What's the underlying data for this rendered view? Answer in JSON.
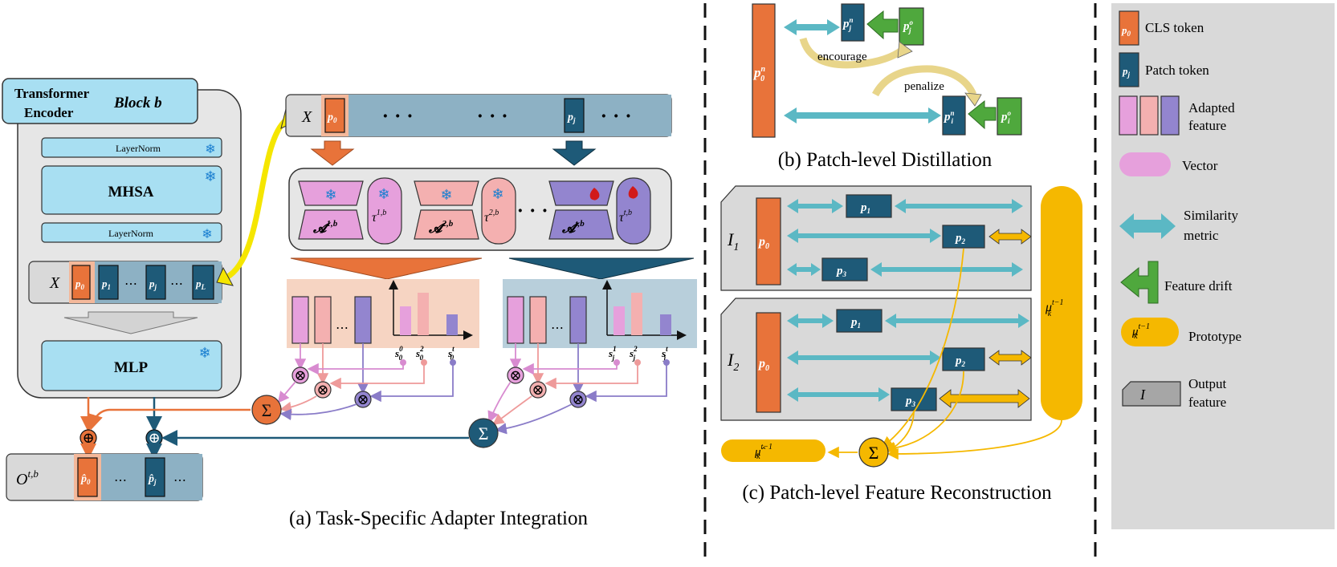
{
  "encoder": {
    "title_line1": "Transformer",
    "title_line2": "Encoder",
    "block_label": "Block b",
    "layernorm_top": "LayerNorm",
    "mhsa": "MHSA",
    "layernorm_bottom": "LayerNorm",
    "mlp": "MLP",
    "frozen_glyph": "❄",
    "x_label": "X",
    "tokens": [
      "p",
      "p",
      "p",
      "p"
    ],
    "token_subs": [
      "0",
      "1",
      "j",
      "L"
    ],
    "dots": "⋯",
    "output_label": "O",
    "output_sup": "t,b",
    "output_tokens": [
      "p̂",
      "p̂"
    ],
    "output_token_subs": [
      "0",
      "j"
    ]
  },
  "adapter": {
    "x_label": "X",
    "p0": "p",
    "p0_sub": "0",
    "pj": "p",
    "pj_sub": "j",
    "dots": "· · ·",
    "adapters": [
      {
        "label": "𝓐",
        "sup": "1,b",
        "tau": "τ",
        "tau_sup": "1,b",
        "icon": "snowflake"
      },
      {
        "label": "𝓐",
        "sup": "2,b",
        "tau": "τ",
        "tau_sup": "2,b",
        "icon": "snowflake"
      },
      {
        "label": "𝓐",
        "sup": "t,b",
        "tau": "τ",
        "tau_sup": "t,b",
        "icon": "fire"
      }
    ],
    "dots_mid": "· · ·",
    "left_scores": [
      "s",
      "s",
      "s"
    ],
    "left_score_sups": [
      "0",
      "2",
      "t"
    ],
    "left_score_subs": [
      "0",
      "0",
      "0"
    ],
    "right_scores": [
      "s",
      "s",
      "s"
    ],
    "right_score_sups": [
      "1",
      "2",
      "t"
    ],
    "right_score_subs": [
      "j",
      "j",
      "j"
    ],
    "bar_dots": "⋯",
    "otimes": "⊗",
    "sum": "Σ",
    "oplus": "⊕",
    "caption": "(a) Task-Specific Adapter Integration"
  },
  "distill": {
    "p0n": "p",
    "p0n_sub": "0",
    "p0n_sup": "n",
    "pjn": "p",
    "pjn_sub": "j",
    "pjn_sup": "n",
    "pjo": "p",
    "pjo_sub": "j",
    "pjo_sup": "o",
    "pin": "p",
    "pin_sub": "i",
    "pin_sup": "n",
    "pio": "p",
    "pio_sub": "i",
    "pio_sup": "o",
    "encourage": "encourage",
    "penalize": "penalize",
    "caption": "(b) Patch-level Distillation"
  },
  "recon": {
    "i1": "I",
    "i1_sub": "1",
    "i2": "I",
    "i2_sub": "2",
    "p0": "p",
    "p0_sub": "0",
    "tokens": [
      "p",
      "p",
      "p"
    ],
    "token_subs": [
      "1",
      "2",
      "3"
    ],
    "mu": "μ",
    "mu_sub": "k",
    "mu_sup": "t−1",
    "muhat": "μ̂",
    "muhat_sub": "k",
    "muhat_sup": "t−1",
    "sum": "Σ",
    "caption": "(c) Patch-level Feature Reconstruction"
  },
  "legend": {
    "items": [
      {
        "label": "CLS token",
        "token": "p",
        "sub": "0"
      },
      {
        "label": "Patch token",
        "token": "p",
        "sub": "j"
      },
      {
        "label_line1": "Adapted",
        "label_line2": "feature"
      },
      {
        "label": "Vector"
      },
      {
        "label_line1": "Similarity",
        "label_line2": "metric"
      },
      {
        "label": "Feature drift"
      },
      {
        "label": "Prototype",
        "mu": "μ",
        "sub": "k",
        "sup": "t−1"
      },
      {
        "label_line1": "Output",
        "label_line2": "feature",
        "letter": "I"
      }
    ]
  },
  "colors": {
    "orange": "#E8733A",
    "navy": "#1E5A78",
    "teal": "#5BB8C4",
    "green": "#4FA83D",
    "gold": "#F5B800",
    "lightblue": "#A8DFF2",
    "pink": "#E6A0DC",
    "salmon": "#F4B0B0",
    "purple": "#9385CF",
    "grey": "#D9D9D9"
  }
}
